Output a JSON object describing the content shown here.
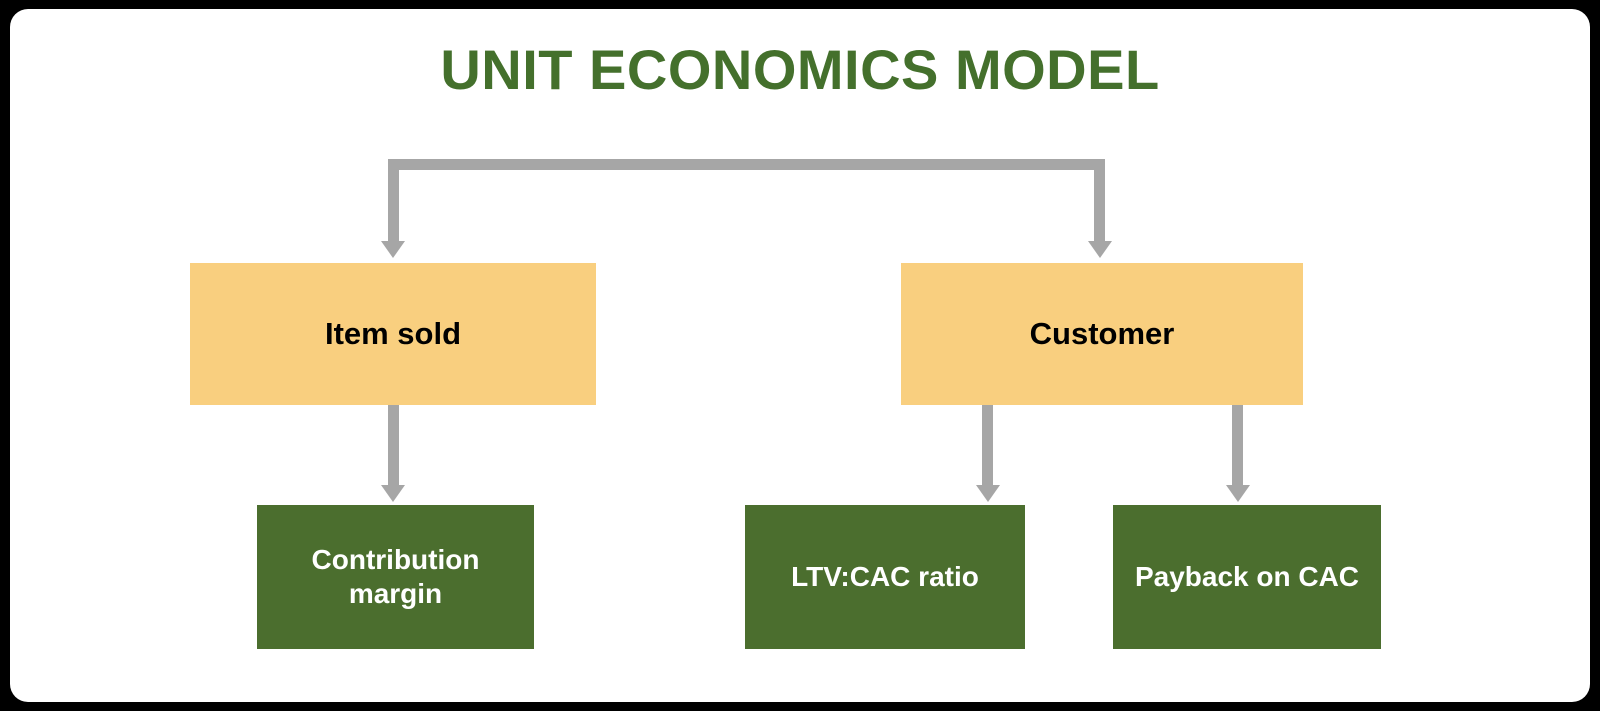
{
  "diagram": {
    "title": "UNIT ECONOMICS MODEL",
    "type": "flowchart",
    "orientation": "top-down",
    "colors": {
      "title_green": "#44702C",
      "level1_fill": "#F9CF7F",
      "level1_text": "#000000",
      "level2_fill": "#4B6E2E",
      "level2_text": "#FFFFFF",
      "connector_gray": "#A6A6A6",
      "canvas_background": "#FFFFFF",
      "frame": "#000000"
    },
    "nodes": [
      {
        "id": "item-sold",
        "label": "Item sold",
        "level": 1
      },
      {
        "id": "customer",
        "label": "Customer",
        "level": 1
      },
      {
        "id": "contribution",
        "label": "Contribution margin",
        "level": 2
      },
      {
        "id": "ltvcac",
        "label": "LTV:CAC ratio",
        "level": 2
      },
      {
        "id": "payback",
        "label": "Payback on CAC",
        "level": 2
      }
    ],
    "edges": [
      {
        "from": "root",
        "to": "item-sold",
        "style": "elbow-arrow"
      },
      {
        "from": "root",
        "to": "customer",
        "style": "elbow-arrow"
      },
      {
        "from": "item-sold",
        "to": "contribution",
        "style": "straight-arrow"
      },
      {
        "from": "customer",
        "to": "ltvcac",
        "style": "straight-arrow"
      },
      {
        "from": "customer",
        "to": "payback",
        "style": "straight-arrow"
      }
    ]
  }
}
